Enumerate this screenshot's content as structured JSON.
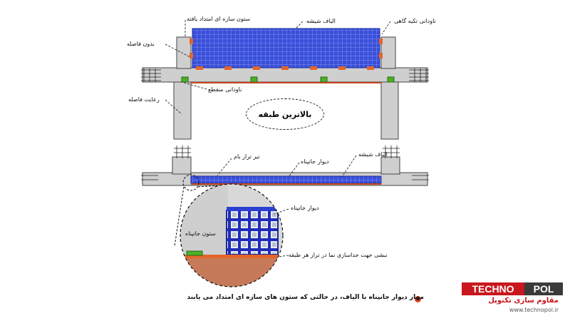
{
  "top": {
    "col_ext": "ستون سازه ای امتداد یافته",
    "glass": "الیاف شیشه",
    "support_gutter": "ناودانی تکیه گاهی",
    "no_gap": "بدون فاصله",
    "broken_gutter": "ناودانی منقطع",
    "gap": "رعایت فاصله"
  },
  "title": "بالاترین طبقه",
  "middle": {
    "roof_beam": "تیر تراز بام",
    "parapet": "دیوار جانپناه",
    "glass": "الیاف شیشه"
  },
  "detail": {
    "parapet": "دیوار جانپناه",
    "parapet_col": "ستون جانپناه",
    "niche": "نبشی جهت جداسازی نما در تراز هر طبقه"
  },
  "note": "مهار دیوار جانپناه با الیاف، در حالتی که ستون های سازه ای امتداد می یابند",
  "logo": {
    "part1": "TECHNO",
    "part2": "POL",
    "sub": "مقاوم سازی تکنوپل",
    "url": "www.technopol.ir"
  }
}
